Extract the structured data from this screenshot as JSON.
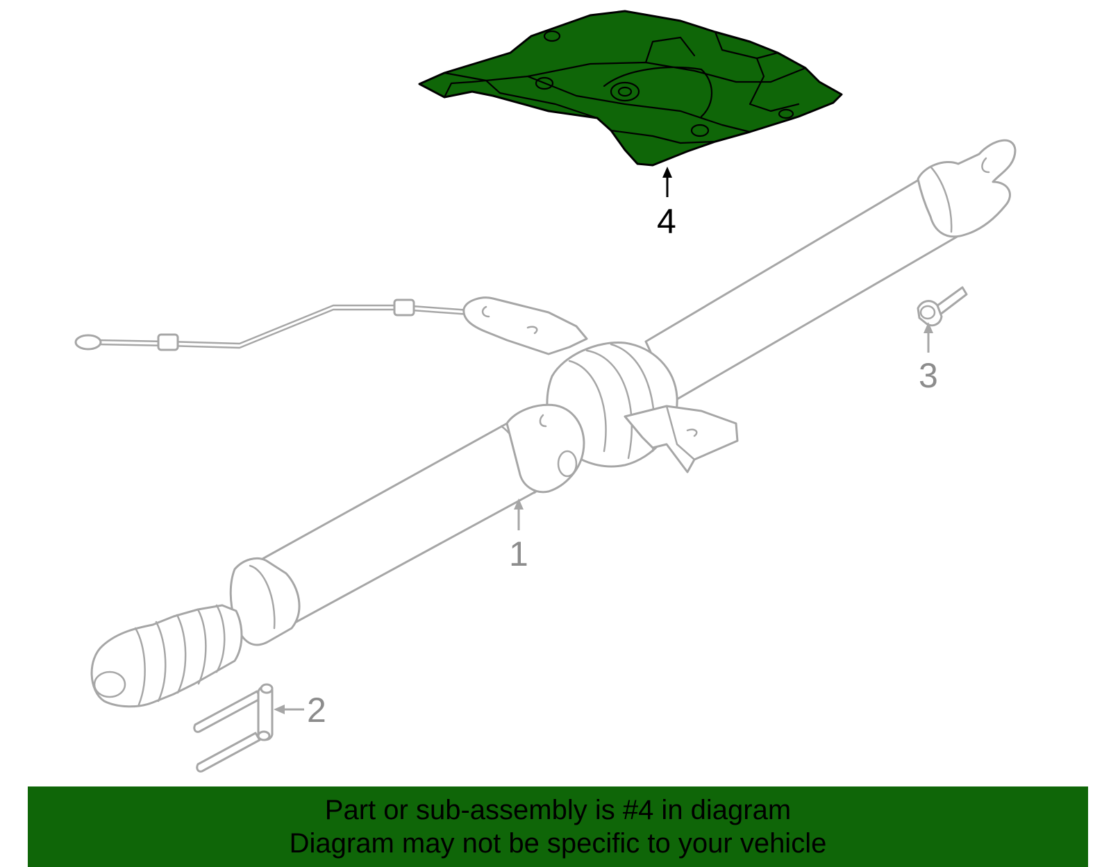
{
  "callouts": {
    "c1": "1",
    "c2": "2",
    "c3": "3",
    "c4": "4"
  },
  "footer": {
    "line1": "Part or sub-assembly is #4 in diagram",
    "line2": "Diagram may not be specific to your vehicle"
  },
  "colors": {
    "highlight": "#0f6608",
    "banner": "#0f6608",
    "line_grey": "#a6a6a6",
    "text_black": "#000000"
  },
  "icons": [
    "drive-shaft",
    "boot",
    "center-bearing",
    "parking-brake-cable",
    "bolt",
    "clip",
    "heat-shield"
  ]
}
